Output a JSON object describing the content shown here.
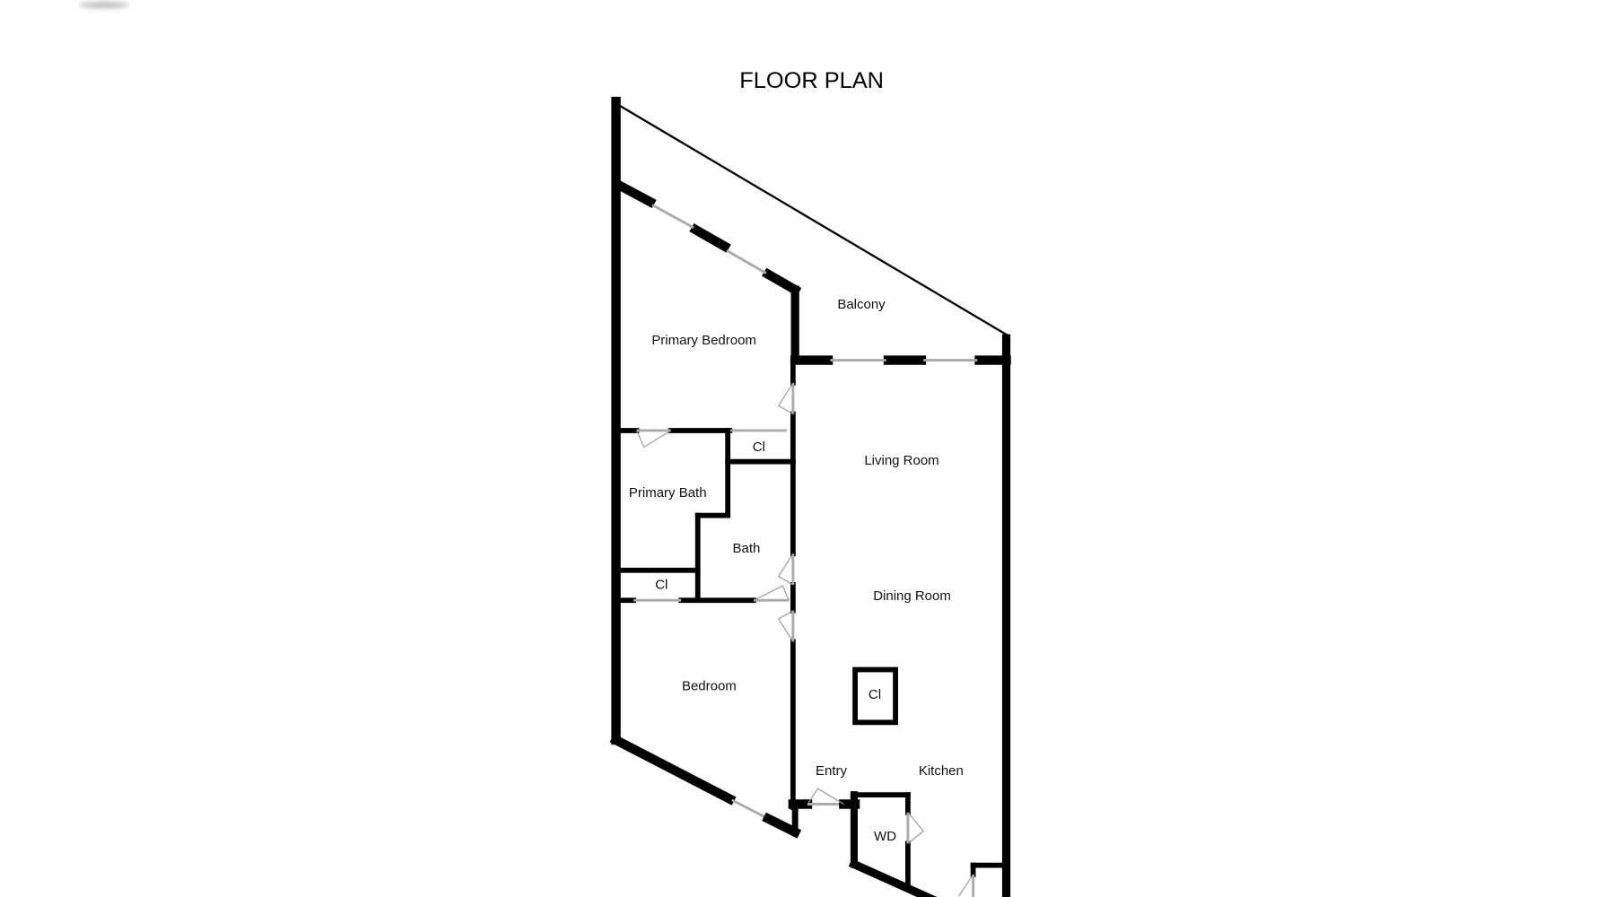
{
  "title": "FLOOR PLAN",
  "rooms": {
    "balcony": "Balcony",
    "primary_bedroom": "Primary Bedroom",
    "closet_1": "Cl",
    "living_room": "Living Room",
    "primary_bath": "Primary Bath",
    "bath": "Bath",
    "closet_2": "Cl",
    "dining_room": "Dining Room",
    "bedroom": "Bedroom",
    "closet_3": "Cl",
    "entry": "Entry",
    "kitchen": "Kitchen",
    "laundry": "WD"
  }
}
